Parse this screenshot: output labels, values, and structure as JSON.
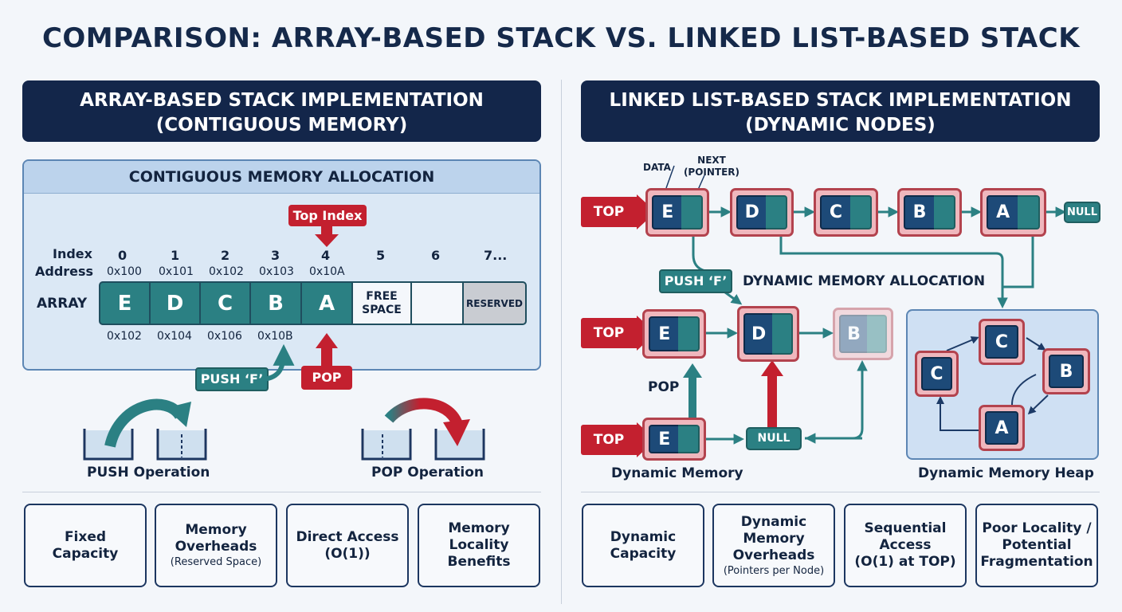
{
  "title": "COMPARISON: ARRAY-BASED STACK VS. LINKED LIST-BASED STACK",
  "left": {
    "banner_line1": "ARRAY-BASED STACK IMPLEMENTATION",
    "banner_line2": "(CONTIGUOUS MEMORY)",
    "panel_title": "CONTIGUOUS MEMORY ALLOCATION",
    "top_index_label": "Top Index",
    "index_label": "Index",
    "address_label": "Address",
    "array_label": "ARRAY",
    "indices": [
      "0",
      "1",
      "2",
      "3",
      "4",
      "5",
      "6",
      "7..."
    ],
    "addresses": [
      "0x100",
      "0x101",
      "0x102",
      "0x103",
      "0x10A"
    ],
    "cells": [
      "E",
      "D",
      "C",
      "B",
      "A"
    ],
    "free_space_line1": "FREE",
    "free_space_line2": "SPACE",
    "reserved_label": "RESERVED",
    "bottom_addresses": [
      "0x102",
      "0x104",
      "0x106",
      "0x10B"
    ],
    "push_label": "PUSH ‘F’",
    "pop_label": "POP",
    "push_operation": "PUSH Operation",
    "pop_operation": "POP Operation",
    "cards": [
      {
        "line1": "Fixed",
        "line2": "Capacity",
        "line3": "",
        "sub": ""
      },
      {
        "line1": "Memory",
        "line2": "Overheads",
        "line3": "",
        "sub": "(Reserved Space)"
      },
      {
        "line1": "Direct Access",
        "line2": "(O(1))",
        "line3": "",
        "sub": ""
      },
      {
        "line1": "Memory",
        "line2": "Locality",
        "line3": "Benefits",
        "sub": ""
      }
    ]
  },
  "right": {
    "banner_line1": "LINKED LIST-BASED STACK IMPLEMENTATION",
    "banner_line2": "(DYNAMIC NODES)",
    "data_label": "DATA",
    "next_label_line1": "NEXT",
    "next_label_line2": "(POINTER)",
    "top_label": "TOP",
    "null_label": "NULL",
    "row1_nodes": [
      "E",
      "D",
      "C",
      "B",
      "A"
    ],
    "push_label": "PUSH ‘F’",
    "dynamic_alloc_label": "DYNAMIC MEMORY ALLOCATION",
    "row2_nodes": [
      "E",
      "D",
      "B"
    ],
    "pop_label": "POP",
    "row3_node": "E",
    "dynamic_memory_label": "Dynamic Memory",
    "heap_nodes": [
      "C",
      "C",
      "B",
      "A"
    ],
    "heap_label": "Dynamic Memory Heap",
    "cards": [
      {
        "line1": "Dynamic",
        "line2": "Capacity",
        "line3": "",
        "sub": ""
      },
      {
        "line1": "Dynamic",
        "line2": "Memory",
        "line3": "Overheads",
        "sub": "(Pointers per Node)"
      },
      {
        "line1": "Sequential",
        "line2": "Access",
        "line3": "(O(1) at TOP)",
        "sub": ""
      },
      {
        "line1": "Poor Locality /",
        "line2": "Potential",
        "line3": "Fragmentation",
        "sub": ""
      }
    ]
  },
  "colors": {
    "navy": "#13264a",
    "teal": "#2b8083",
    "red": "#c3202f",
    "node_pink": "#efb7bd",
    "node_blue": "#1d4a78",
    "panel_blue": "#dbe8f5"
  }
}
